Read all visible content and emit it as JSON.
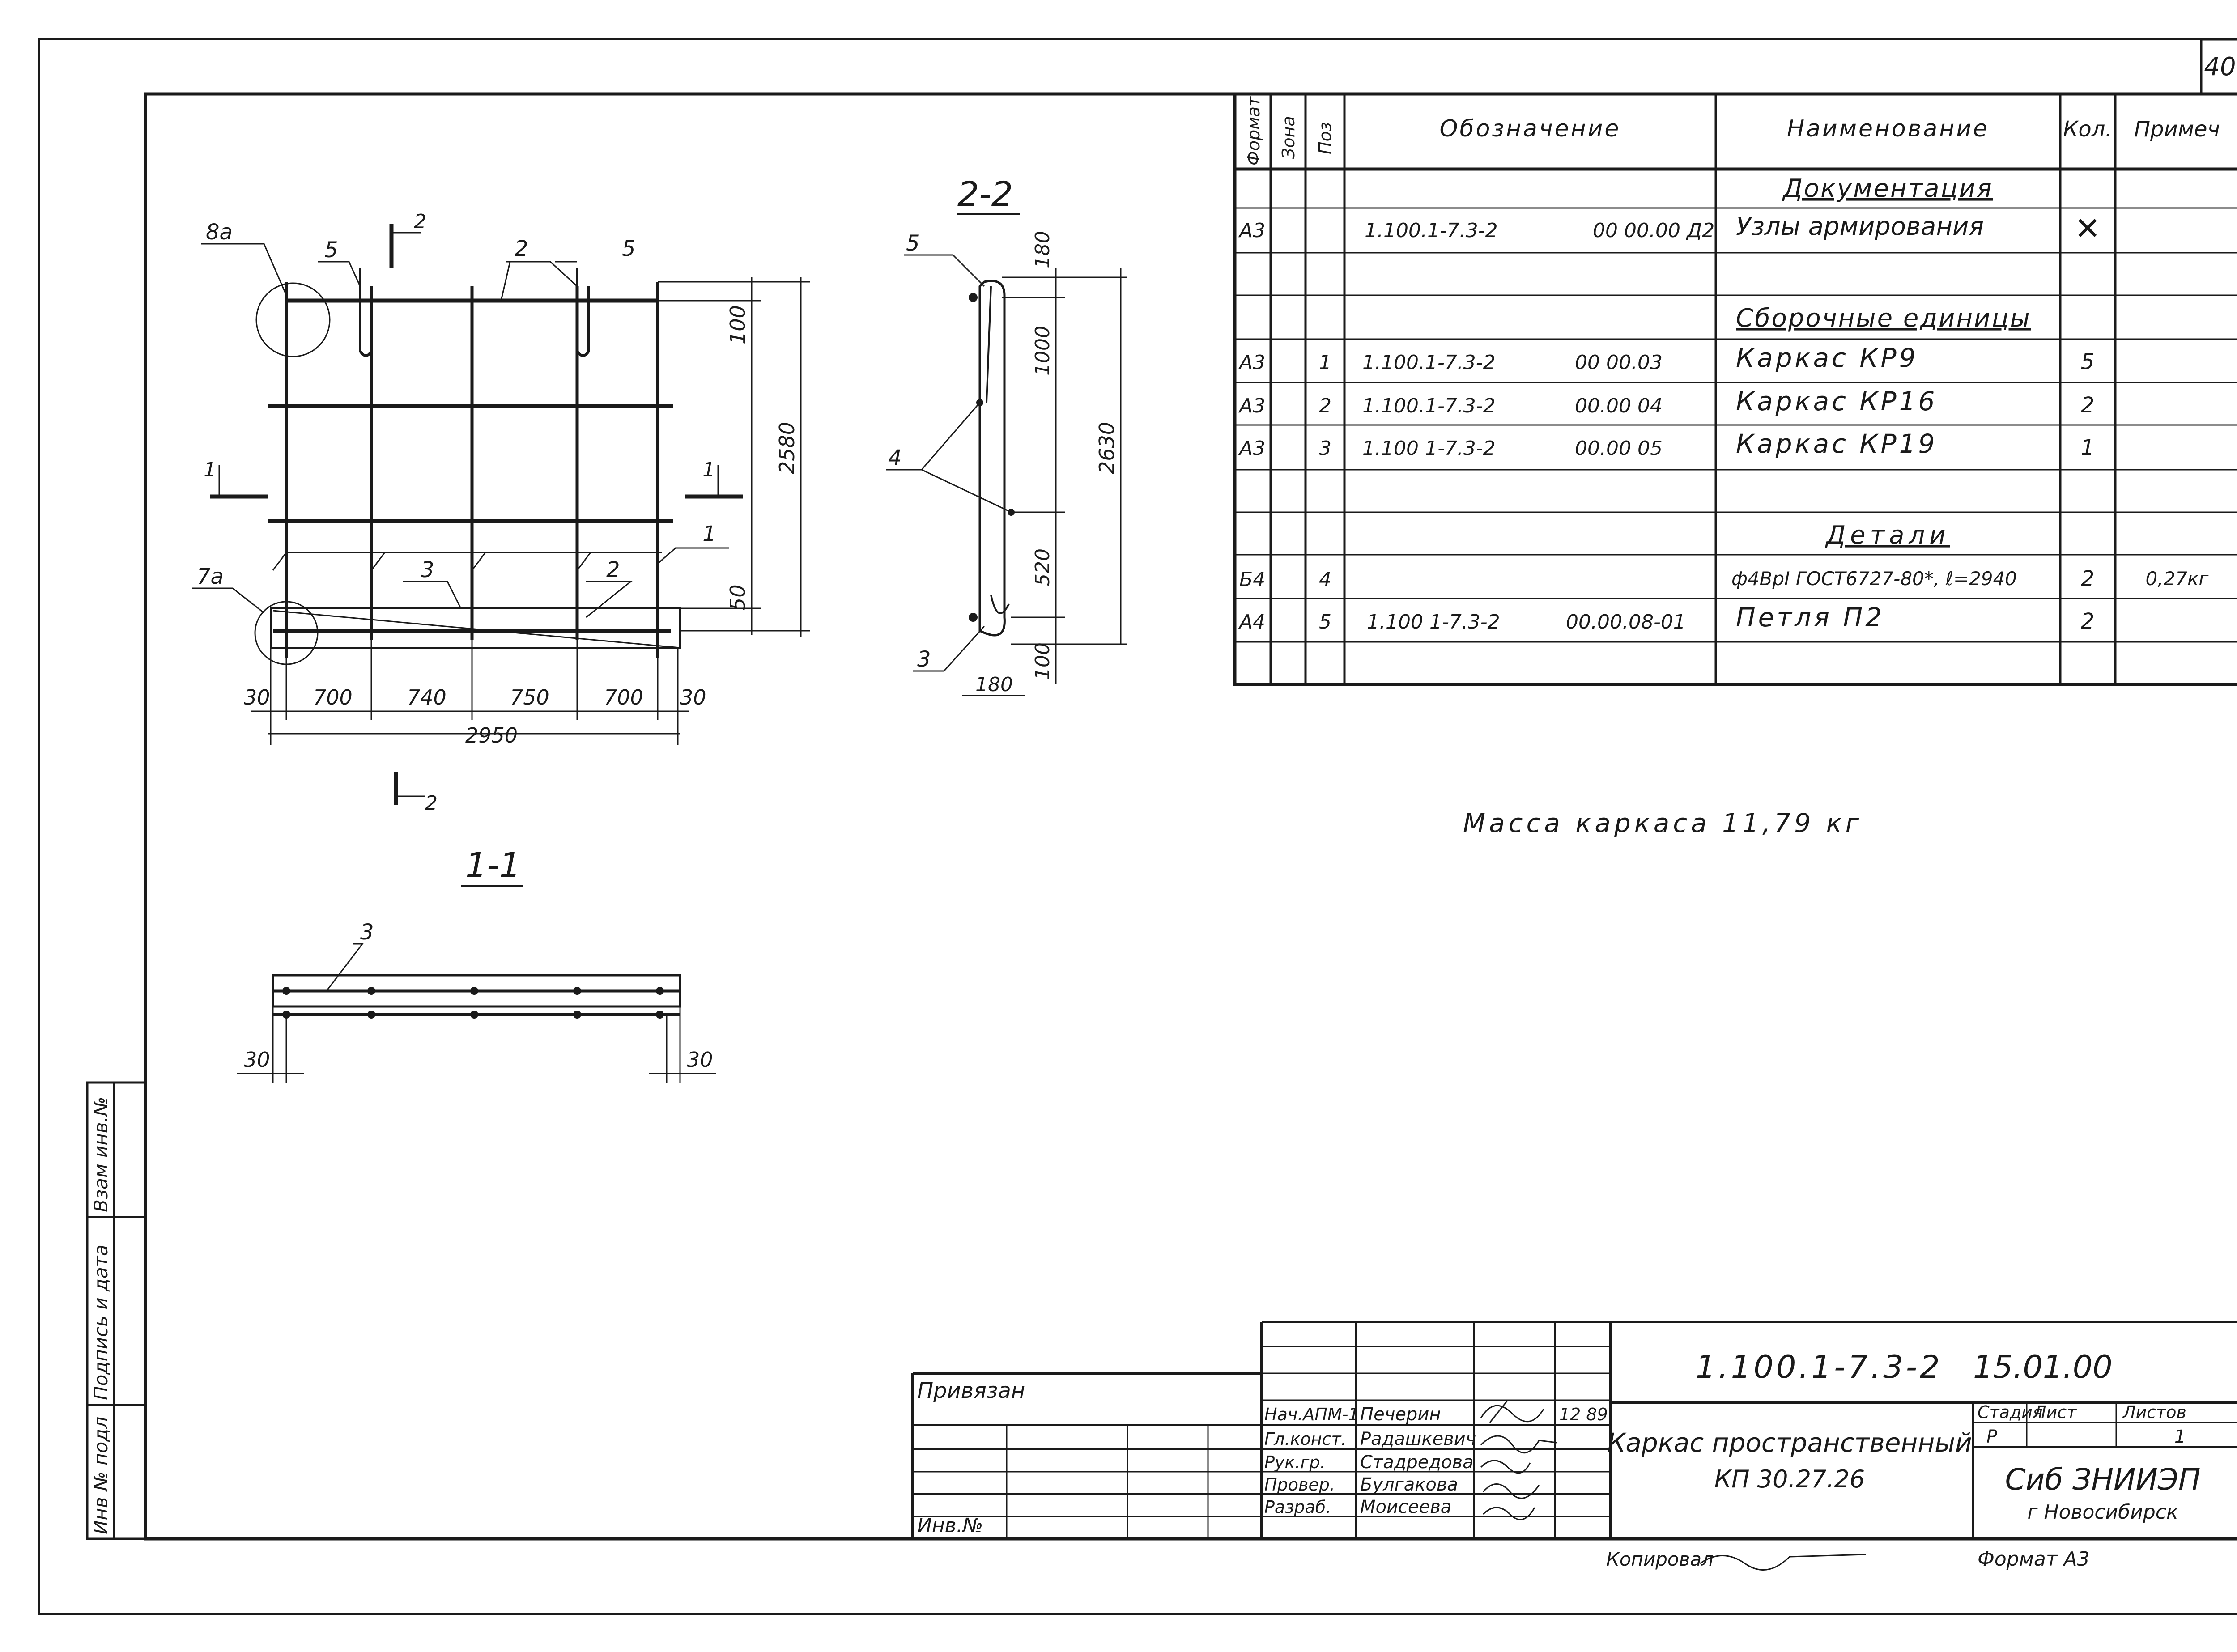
{
  "sheet_corner_number": "40",
  "drawing": {
    "front_view": {
      "callouts": [
        "8а",
        "5",
        "2",
        "5",
        "1",
        "3",
        "2",
        "7а"
      ],
      "section_mark_top": "2",
      "section_mark_left": "1",
      "section_mark_right": "1",
      "section_mark_bottom": "2",
      "dims_bottom": [
        "30",
        "700",
        "740",
        "750",
        "700",
        "30"
      ],
      "dim_total": "2950",
      "dims_right": [
        "100",
        "2580",
        "50"
      ]
    },
    "section_2_2": {
      "title": "2-2",
      "callouts": [
        "5",
        "4",
        "3"
      ],
      "dims": [
        "180",
        "1000",
        "520",
        "100",
        "2630"
      ],
      "dim_bottom": "180"
    },
    "section_1_1": {
      "title": "1-1",
      "callout": "3",
      "dims": [
        "30",
        "30"
      ]
    },
    "mass_note": "Масса каркаса 11,79 кг"
  },
  "spec_table": {
    "headers": [
      "Формат",
      "Зона",
      "Поз",
      "Обозначение",
      "Наименование",
      "Кол.",
      "Примеч"
    ],
    "rows": [
      {
        "fmt": "",
        "zone": "",
        "pos": "",
        "code": "",
        "num": "",
        "name": "Документация",
        "qty": "",
        "note": "",
        "kind": "section"
      },
      {
        "fmt": "А3",
        "zone": "",
        "pos": "",
        "code": "1.100.1-7.3-2",
        "num": "00 00.00 Д2",
        "name": "Узлы армирования",
        "qty": "✕",
        "note": "",
        "kind": "item"
      },
      {
        "fmt": "",
        "zone": "",
        "pos": "",
        "code": "",
        "num": "",
        "name": "",
        "qty": "",
        "note": "",
        "kind": "blank"
      },
      {
        "fmt": "",
        "zone": "",
        "pos": "",
        "code": "",
        "num": "",
        "name": "Сборочные единицы",
        "qty": "",
        "note": "",
        "kind": "section"
      },
      {
        "fmt": "А3",
        "zone": "",
        "pos": "1",
        "code": "1.100.1-7.3-2",
        "num": "00 00.03",
        "name": "Каркас КР9",
        "qty": "5",
        "note": "",
        "kind": "item"
      },
      {
        "fmt": "А3",
        "zone": "",
        "pos": "2",
        "code": "1.100.1-7.3-2",
        "num": "00.00 04",
        "name": "Каркас КР16",
        "qty": "2",
        "note": "",
        "kind": "item"
      },
      {
        "fmt": "А3",
        "zone": "",
        "pos": "3",
        "code": "1.100 1-7.3-2",
        "num": "00.00 05",
        "name": "Каркас КР19",
        "qty": "1",
        "note": "",
        "kind": "item"
      },
      {
        "fmt": "",
        "zone": "",
        "pos": "",
        "code": "",
        "num": "",
        "name": "",
        "qty": "",
        "note": "",
        "kind": "blank"
      },
      {
        "fmt": "",
        "zone": "",
        "pos": "",
        "code": "",
        "num": "",
        "name": "Детали",
        "qty": "",
        "note": "",
        "kind": "section"
      },
      {
        "fmt": "Б4",
        "zone": "",
        "pos": "4",
        "code": "",
        "num": "",
        "name": "ф4ВрI ГОСТ6727-80*, ℓ=2940",
        "qty": "2",
        "note": "0,27кг",
        "kind": "item"
      },
      {
        "fmt": "А4",
        "zone": "",
        "pos": "5",
        "code": "1.100 1-7.3-2",
        "num": "00.00.08-01",
        "name": "Петля П2",
        "qty": "2",
        "note": "",
        "kind": "item"
      },
      {
        "fmt": "",
        "zone": "",
        "pos": "",
        "code": "",
        "num": "",
        "name": "",
        "qty": "",
        "note": "",
        "kind": "blank"
      }
    ]
  },
  "left_stamp": [
    "Инв № подл",
    "Подпись и дата",
    "Взам инв.№"
  ],
  "title_block": {
    "privyazan": "Привязан",
    "inv_no": "Инв.№",
    "roles": [
      "Нач.АПМ-1",
      "Гл.конст.",
      "Рук.гр.",
      "Провер.",
      "Разраб."
    ],
    "names": [
      "Печерин",
      "Радашкевич",
      "Стадредова",
      "Булгакова",
      "Моисеева"
    ],
    "date": "12 89",
    "doc_code": "1.100.1-7.3-2",
    "doc_sub": "15.01.00",
    "title_line1": "Каркас пространственный",
    "title_line2": "КП 30.27.26",
    "stage_header": "Стадия",
    "sheet_header": "Лист",
    "sheets_header": "Листов",
    "stage": "Р",
    "sheets": "1",
    "org_line1": "Сиб ЗНИИЭП",
    "org_line2": "г Новосибирск",
    "copied": "Копировал",
    "format": "Формат А3"
  }
}
